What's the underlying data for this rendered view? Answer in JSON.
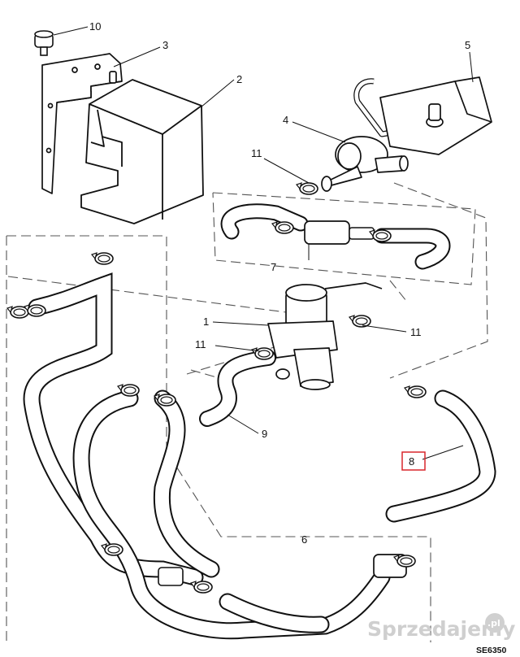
{
  "diagram": {
    "reference_code": "SE6350",
    "highlight_color": "#d9262c",
    "callouts": [
      {
        "id": "c10",
        "label": "10"
      },
      {
        "id": "c3",
        "label": "3"
      },
      {
        "id": "c2",
        "label": "2"
      },
      {
        "id": "c5",
        "label": "5"
      },
      {
        "id": "c4",
        "label": "4"
      },
      {
        "id": "c11a",
        "label": "11"
      },
      {
        "id": "c7",
        "label": "7"
      },
      {
        "id": "c1",
        "label": "1"
      },
      {
        "id": "c11b",
        "label": "11"
      },
      {
        "id": "c11c",
        "label": "11"
      },
      {
        "id": "c9",
        "label": "9"
      },
      {
        "id": "c8",
        "label": "8",
        "highlighted": true
      },
      {
        "id": "c6",
        "label": "6"
      }
    ]
  },
  "watermark": {
    "text": "Sprzedajemy",
    "badge": ".pl",
    "color": "#cfcfcf",
    "badge_color": "#d0d0d0"
  }
}
